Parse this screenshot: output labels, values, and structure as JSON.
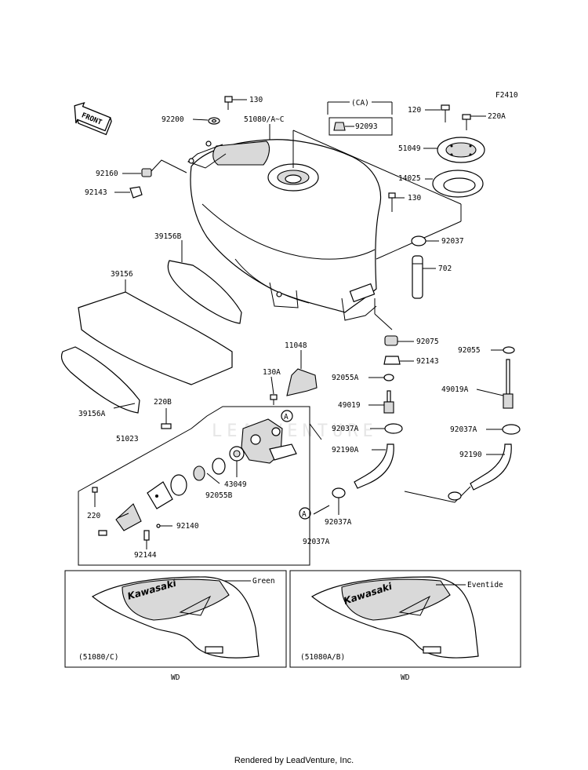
{
  "figure_code": "F2410",
  "front_label": "FRONT",
  "watermark": "LEADVENTURE",
  "ca_group": "(CA)",
  "parts": [
    {
      "key": "p130a",
      "label": "130"
    },
    {
      "key": "p92200",
      "label": "92200"
    },
    {
      "key": "p51080",
      "label": "51080/A~C"
    },
    {
      "key": "p92093",
      "label": "92093"
    },
    {
      "key": "p120",
      "label": "120"
    },
    {
      "key": "p220a",
      "label": "220A"
    },
    {
      "key": "p51049",
      "label": "51049"
    },
    {
      "key": "p14025",
      "label": "14025"
    },
    {
      "key": "p92160",
      "label": "92160"
    },
    {
      "key": "p92143a",
      "label": "92143"
    },
    {
      "key": "p130b",
      "label": "130"
    },
    {
      "key": "p92037",
      "label": "92037"
    },
    {
      "key": "p39156b",
      "label": "39156B"
    },
    {
      "key": "p702",
      "label": "702"
    },
    {
      "key": "p39156",
      "label": "39156"
    },
    {
      "key": "p92075",
      "label": "92075"
    },
    {
      "key": "p92055",
      "label": "92055"
    },
    {
      "key": "p11048",
      "label": "11048"
    },
    {
      "key": "p92143b",
      "label": "92143"
    },
    {
      "key": "p130c",
      "label": "130A"
    },
    {
      "key": "p92055a",
      "label": "92055A"
    },
    {
      "key": "p49019a",
      "label": "49019A"
    },
    {
      "key": "p220b",
      "label": "220B"
    },
    {
      "key": "p49019",
      "label": "49019"
    },
    {
      "key": "p39156a",
      "label": "39156A"
    },
    {
      "key": "p92037a1",
      "label": "92037A"
    },
    {
      "key": "p92037a2",
      "label": "92037A"
    },
    {
      "key": "p51023",
      "label": "51023"
    },
    {
      "key": "p92190a",
      "label": "92190A"
    },
    {
      "key": "p92190",
      "label": "92190"
    },
    {
      "key": "p43049",
      "label": "43049"
    },
    {
      "key": "p92055b",
      "label": "92055B"
    },
    {
      "key": "p220",
      "label": "220"
    },
    {
      "key": "p92140",
      "label": "92140"
    },
    {
      "key": "p92037a3",
      "label": "92037A"
    },
    {
      "key": "p92144",
      "label": "92144"
    },
    {
      "key": "p92037a4",
      "label": "92037A"
    }
  ],
  "callout_ref": "A",
  "variants": [
    {
      "color": "Green",
      "part": "(51080/C)",
      "note": "WD",
      "brand": "Kawasaki"
    },
    {
      "color": "Eventide",
      "part": "(51080A/B)",
      "note": "WD",
      "brand": "Kawasaki"
    }
  ],
  "footer": "Rendered by LeadVenture, Inc."
}
